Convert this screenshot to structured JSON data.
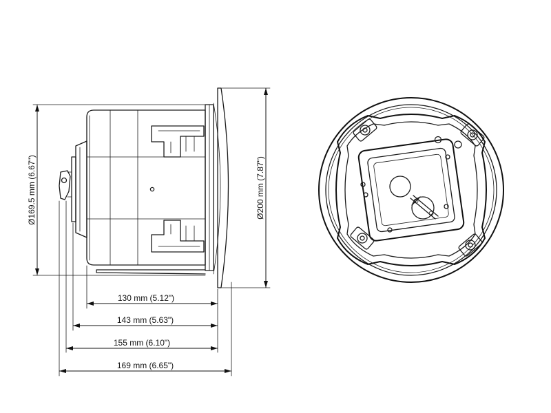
{
  "dimensions": {
    "depth_130": "130 mm (5.12\")",
    "depth_143": "143 mm (5.63\")",
    "depth_155": "155 mm (6.10\")",
    "depth_169": "169 mm (6.65\")",
    "diameter_body": "Ø169.5 mm (6.67\")",
    "diameter_grille": "Ø200 mm (7.87\")"
  }
}
